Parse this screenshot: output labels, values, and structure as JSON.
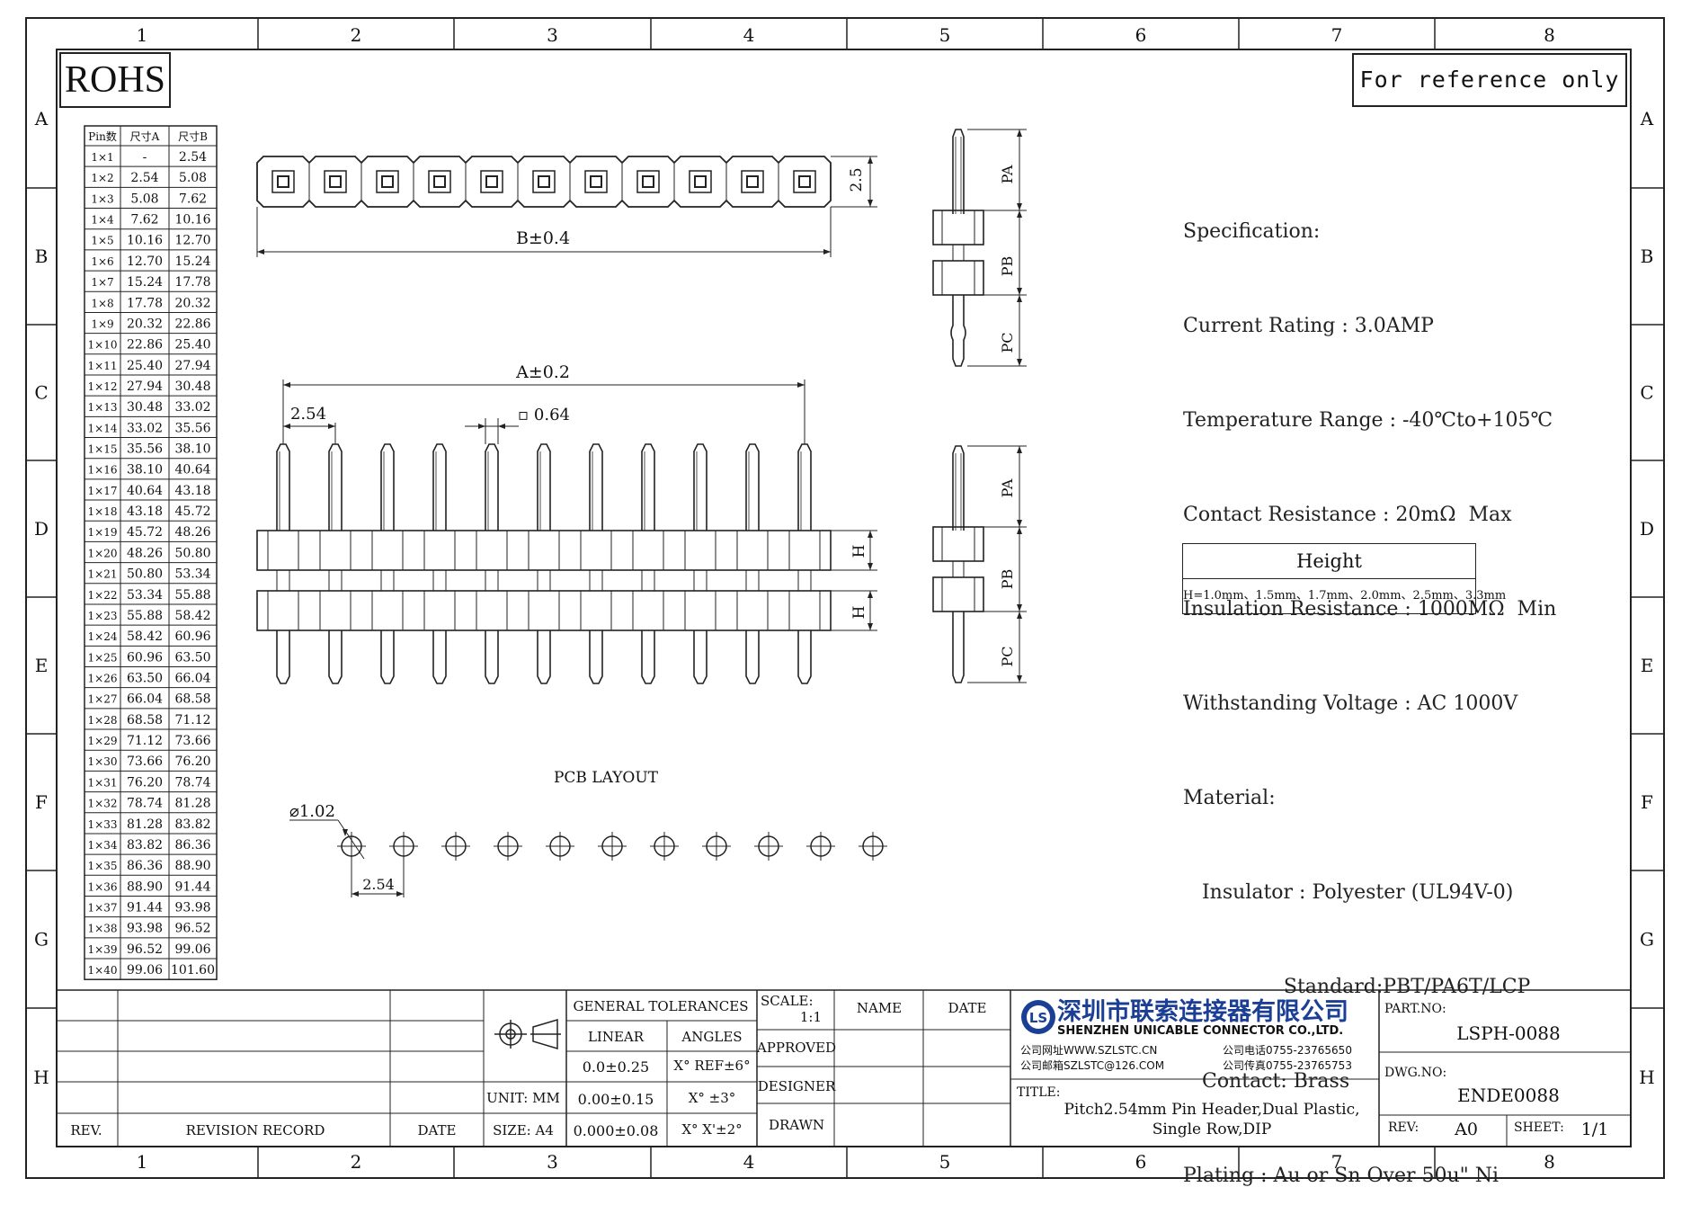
{
  "frame": {
    "columns": [
      "1",
      "2",
      "3",
      "4",
      "5",
      "6",
      "7",
      "8"
    ],
    "rows": [
      "A",
      "B",
      "C",
      "D",
      "E",
      "F",
      "G",
      "H"
    ]
  },
  "badge": "ROHS",
  "reference_note": "For reference only",
  "pin_table": {
    "headers": [
      "Pin数",
      "尺寸A",
      "尺寸B"
    ],
    "rows": [
      [
        "1×1",
        "-",
        "2.54"
      ],
      [
        "1×2",
        "2.54",
        "5.08"
      ],
      [
        "1×3",
        "5.08",
        "7.62"
      ],
      [
        "1×4",
        "7.62",
        "10.16"
      ],
      [
        "1×5",
        "10.16",
        "12.70"
      ],
      [
        "1×6",
        "12.70",
        "15.24"
      ],
      [
        "1×7",
        "15.24",
        "17.78"
      ],
      [
        "1×8",
        "17.78",
        "20.32"
      ],
      [
        "1×9",
        "20.32",
        "22.86"
      ],
      [
        "1×10",
        "22.86",
        "25.40"
      ],
      [
        "1×11",
        "25.40",
        "27.94"
      ],
      [
        "1×12",
        "27.94",
        "30.48"
      ],
      [
        "1×13",
        "30.48",
        "33.02"
      ],
      [
        "1×14",
        "33.02",
        "35.56"
      ],
      [
        "1×15",
        "35.56",
        "38.10"
      ],
      [
        "1×16",
        "38.10",
        "40.64"
      ],
      [
        "1×17",
        "40.64",
        "43.18"
      ],
      [
        "1×18",
        "43.18",
        "45.72"
      ],
      [
        "1×19",
        "45.72",
        "48.26"
      ],
      [
        "1×20",
        "48.26",
        "50.80"
      ],
      [
        "1×21",
        "50.80",
        "53.34"
      ],
      [
        "1×22",
        "53.34",
        "55.88"
      ],
      [
        "1×23",
        "55.88",
        "58.42"
      ],
      [
        "1×24",
        "58.42",
        "60.96"
      ],
      [
        "1×25",
        "60.96",
        "63.50"
      ],
      [
        "1×26",
        "63.50",
        "66.04"
      ],
      [
        "1×27",
        "66.04",
        "68.58"
      ],
      [
        "1×28",
        "68.58",
        "71.12"
      ],
      [
        "1×29",
        "71.12",
        "73.66"
      ],
      [
        "1×30",
        "73.66",
        "76.20"
      ],
      [
        "1×31",
        "76.20",
        "78.74"
      ],
      [
        "1×32",
        "78.74",
        "81.28"
      ],
      [
        "1×33",
        "81.28",
        "83.82"
      ],
      [
        "1×34",
        "83.82",
        "86.36"
      ],
      [
        "1×35",
        "86.36",
        "88.90"
      ],
      [
        "1×36",
        "88.90",
        "91.44"
      ],
      [
        "1×37",
        "91.44",
        "93.98"
      ],
      [
        "1×38",
        "93.98",
        "96.52"
      ],
      [
        "1×39",
        "96.52",
        "99.06"
      ],
      [
        "1×40",
        "99.06",
        "101.60"
      ]
    ]
  },
  "top_view": {
    "length_label": "B±0.4",
    "width_label": "2.5"
  },
  "front_view": {
    "span_label": "A±0.2",
    "pitch_label": "2.54",
    "pin_size_label": "▫ 0.64",
    "height_label": "H"
  },
  "side_view": {
    "pa": "PA",
    "pb": "PB",
    "pc": "PC"
  },
  "pcb_layout": {
    "title": "PCB LAYOUT",
    "hole_label": "⌀1.02",
    "pitch_label": "2.54"
  },
  "specification": {
    "lines": [
      "Specification:",
      "Current Rating : 3.0AMP",
      "Temperature Range : -40℃to+105℃",
      "Contact Resistance : 20mΩ  Max",
      "Insulation Resistance : 1000MΩ  Min",
      "Withstanding Voltage : AC 1000V",
      "Material:",
      "   Insulator : Polyester (UL94V-0)",
      "                Standard:PBT/PA6T/LCP",
      "   Contact: Brass",
      "Plating : Au or Sn Over 50u\" Ni"
    ]
  },
  "height_box": {
    "title": "Height",
    "values": "H=1.0mm、1.5mm、1.7mm、2.0mm、2.5mm、3.3mm"
  },
  "title_block": {
    "rev_header": "REV.",
    "revision_record": "REVISION RECORD",
    "date_header": "DATE",
    "unit": "UNIT: MM",
    "size": "SIZE: A4",
    "general_tolerances": "GENERAL TOLERANCES",
    "linear": "LINEAR",
    "angles": "ANGLES",
    "linear_values": [
      "0.0±0.25",
      "0.00±0.15",
      "0.000±0.08"
    ],
    "angle_values": [
      "X° REF±6°",
      "X° ±3°",
      "X° X'±2°"
    ],
    "scale_label": "SCALE:",
    "scale_value": "1:1",
    "approved": "APPROVED",
    "designer": "DESIGNER",
    "drawn": "DRAWN",
    "name_header": "NAME",
    "date_col_header": "DATE",
    "company_cn": "深圳市联索连接器有限公司",
    "company_en": "SHENZHEN UNICABLE CONNECTOR CO.,LTD.",
    "web": "公司网址WWW.SZLSTC.CN",
    "email": "公司邮箱SZLSTC@126.COM",
    "phone": "公司电话0755-23765650",
    "fax": "公司传真0755-23765753",
    "title_label": "TITLE:",
    "title_line1": "Pitch2.54mm Pin Header,Dual Plastic,",
    "title_line2": "Single Row,DIP",
    "part_no_label": "PART.NO:",
    "part_no": "LSPH-0088",
    "dwg_no_label": "DWG.NO:",
    "dwg_no": "ENDE0088",
    "rev_label": "REV:",
    "rev_value": "A0",
    "sheet_label": "SHEET:",
    "sheet_value": "1/1",
    "logo_letters": "LS"
  }
}
